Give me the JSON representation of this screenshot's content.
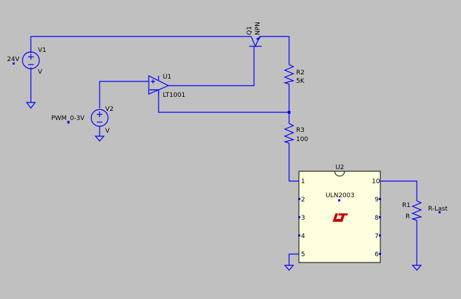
{
  "colors": {
    "background": "#c0c0c0",
    "wire": "#0000ff",
    "ic_body": "#ffffe0",
    "logo": "#cc0000",
    "text": "#000000"
  },
  "components": {
    "v1": {
      "name": "V1",
      "value": "V",
      "param": "24V"
    },
    "v2": {
      "name": "V2",
      "value": "V",
      "param": "PWM_0-3V"
    },
    "u1": {
      "name": "U1",
      "value": "LT1001"
    },
    "q1": {
      "name": "Q1",
      "value": "NPN"
    },
    "r2": {
      "name": "R2",
      "value": "5K"
    },
    "r3": {
      "name": "R3",
      "value": "100"
    },
    "r1": {
      "name": "R1",
      "value": "R",
      "param": "R-Last"
    },
    "u2": {
      "name": "U2",
      "value": "ULN2003",
      "pins_left": [
        "1",
        "2",
        "3",
        "4",
        "5"
      ],
      "pins_right": [
        "10",
        "9",
        "8",
        "7",
        "6"
      ]
    }
  },
  "icons": [
    "ground-icon",
    "voltage-source-icon",
    "opamp-icon",
    "npn-transistor-icon",
    "resistor-icon",
    "linear-tech-logo-icon"
  ]
}
